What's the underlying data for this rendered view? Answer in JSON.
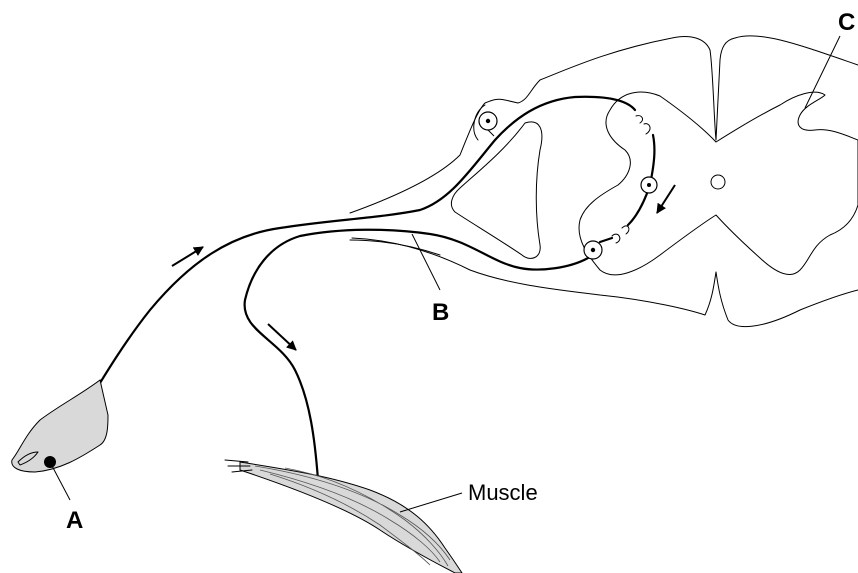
{
  "labels": {
    "a": "A",
    "b": "B",
    "c": "C",
    "muscle": "Muscle"
  }
}
